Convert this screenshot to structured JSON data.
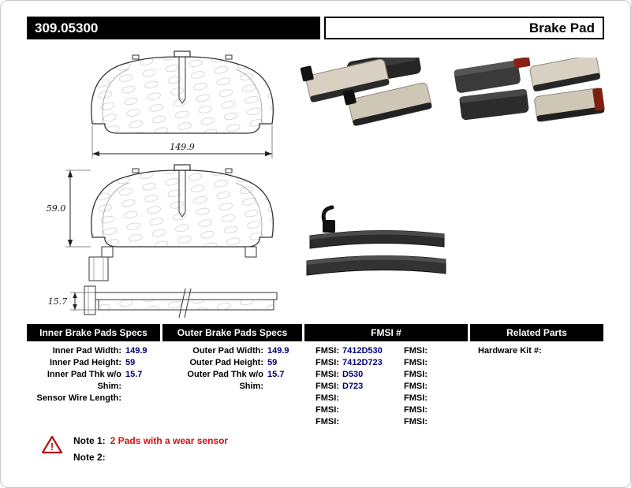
{
  "header": {
    "part_number": "309.05300",
    "title": "Brake Pad"
  },
  "drawing": {
    "width_dim": "149.9",
    "height_dim": "59.0",
    "thickness_dim": "15.7"
  },
  "table": {
    "inner": {
      "header": "Inner Brake Pads Specs",
      "rows": [
        {
          "label": "Inner Pad Width:",
          "value": "149.9"
        },
        {
          "label": "Inner Pad Height:",
          "value": "59"
        },
        {
          "label": "Inner Pad Thk w/o Shim:",
          "value": "15.7"
        },
        {
          "label": "Sensor Wire Length:",
          "value": ""
        }
      ]
    },
    "outer": {
      "header": "Outer Brake Pads Specs",
      "rows": [
        {
          "label": "Outer Pad Width:",
          "value": "149.9"
        },
        {
          "label": "Outer Pad Height:",
          "value": "59"
        },
        {
          "label": "Outer Pad Thk w/o Shim:",
          "value": "15.7"
        }
      ]
    },
    "fmsi": {
      "header": "FMSI #",
      "rows": [
        {
          "l1": "FMSI:",
          "v1": "7412D530",
          "l2": "FMSI:",
          "v2": ""
        },
        {
          "l1": "FMSI:",
          "v1": "7412D723",
          "l2": "FMSI:",
          "v2": ""
        },
        {
          "l1": "FMSI:",
          "v1": "D530",
          "l2": "FMSI:",
          "v2": ""
        },
        {
          "l1": "FMSI:",
          "v1": "D723",
          "l2": "FMSI:",
          "v2": ""
        },
        {
          "l1": "FMSI:",
          "v1": "",
          "l2": "FMSI:",
          "v2": ""
        },
        {
          "l1": "FMSI:",
          "v1": "",
          "l2": "FMSI:",
          "v2": ""
        },
        {
          "l1": "FMSI:",
          "v1": "",
          "l2": "FMSI:",
          "v2": ""
        }
      ]
    },
    "related": {
      "header": "Related Parts",
      "rows": [
        {
          "label": "Hardware Kit #:",
          "value": ""
        }
      ]
    }
  },
  "notes": {
    "note1_label": "Note 1:",
    "note1_text": "2 Pads with a wear sensor",
    "note2_label": "Note 2:",
    "note2_text": ""
  },
  "colors": {
    "value_text": "#00007a",
    "note_text": "#cc1111",
    "warning": "#b11616",
    "header_bar": "#000000"
  }
}
